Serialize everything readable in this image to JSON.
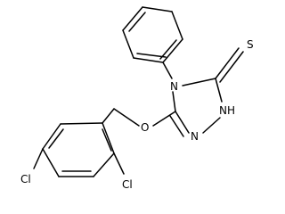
{
  "structure": {
    "atoms": {
      "sulfur": "S",
      "n4": "N",
      "nh": "NH",
      "n_ring": "N",
      "oxygen": "O",
      "chlorine_para": "Cl",
      "chlorine_ortho": "Cl"
    }
  }
}
